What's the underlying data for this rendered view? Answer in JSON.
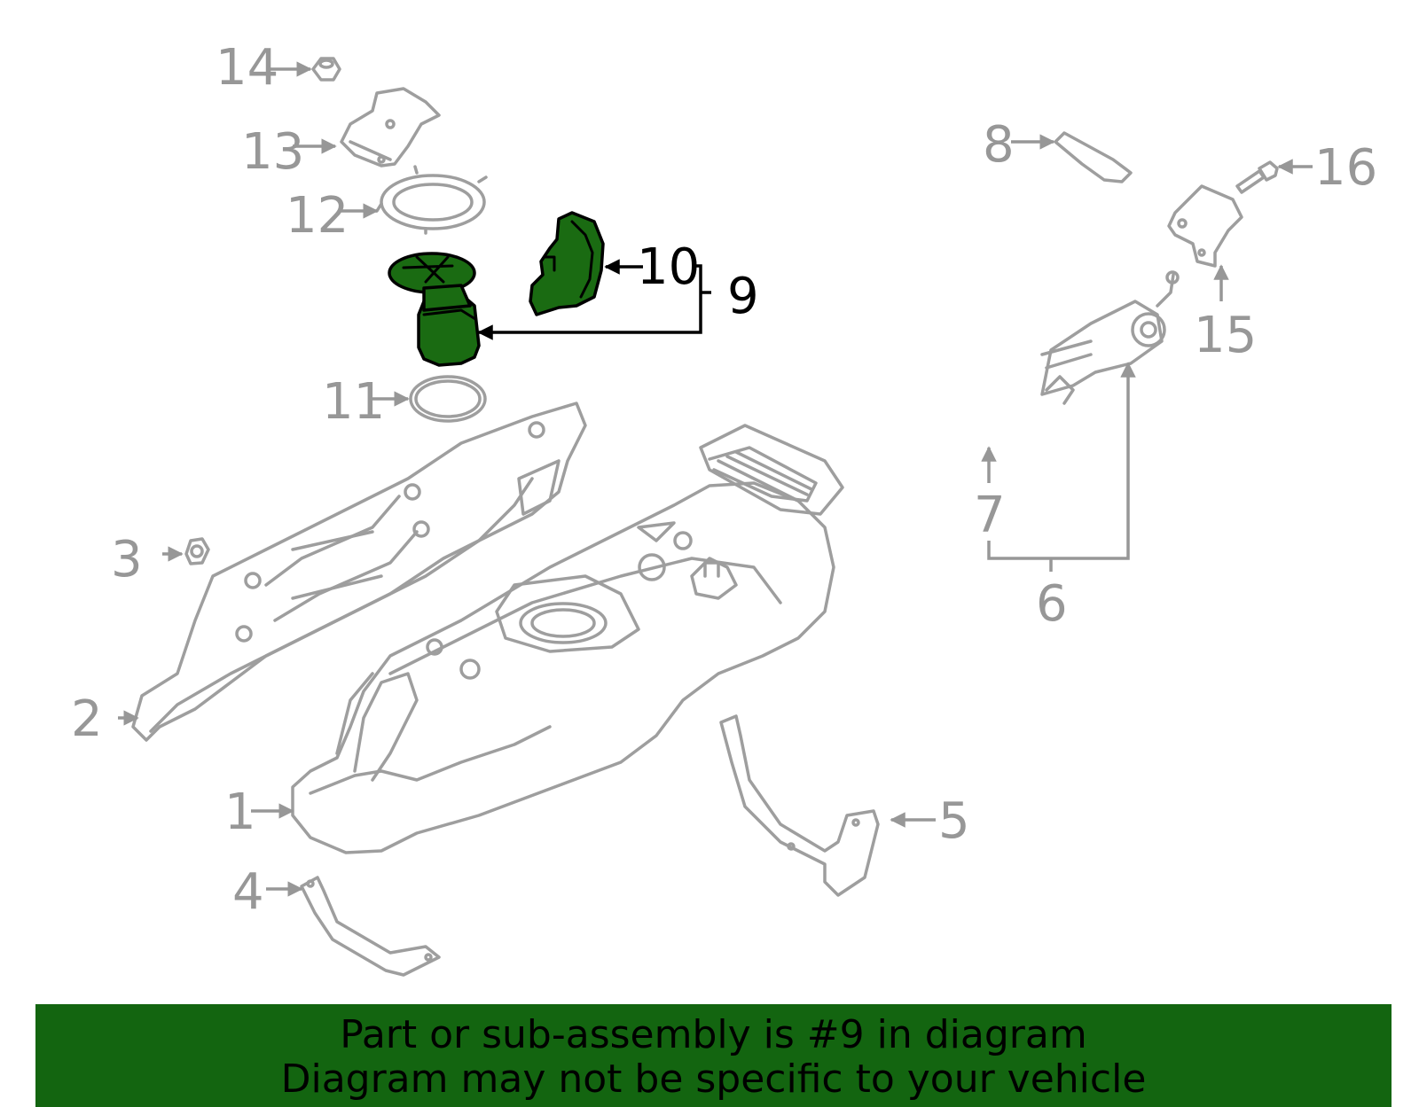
{
  "callouts": {
    "c1": "1",
    "c2": "2",
    "c3": "3",
    "c4": "4",
    "c5": "5",
    "c6": "6",
    "c7": "7",
    "c8": "8",
    "c9": "9",
    "c10": "10",
    "c11": "11",
    "c12": "12",
    "c13": "13",
    "c14": "14",
    "c15": "15",
    "c16": "16"
  },
  "highlighted_part": "9",
  "colors": {
    "highlight": "#1a6b12",
    "line": "#9e9e9e",
    "banner": "#136510"
  },
  "footer": {
    "line1": "Part or sub-assembly is #9 in diagram",
    "line2": "Diagram may not be specific to your vehicle"
  }
}
